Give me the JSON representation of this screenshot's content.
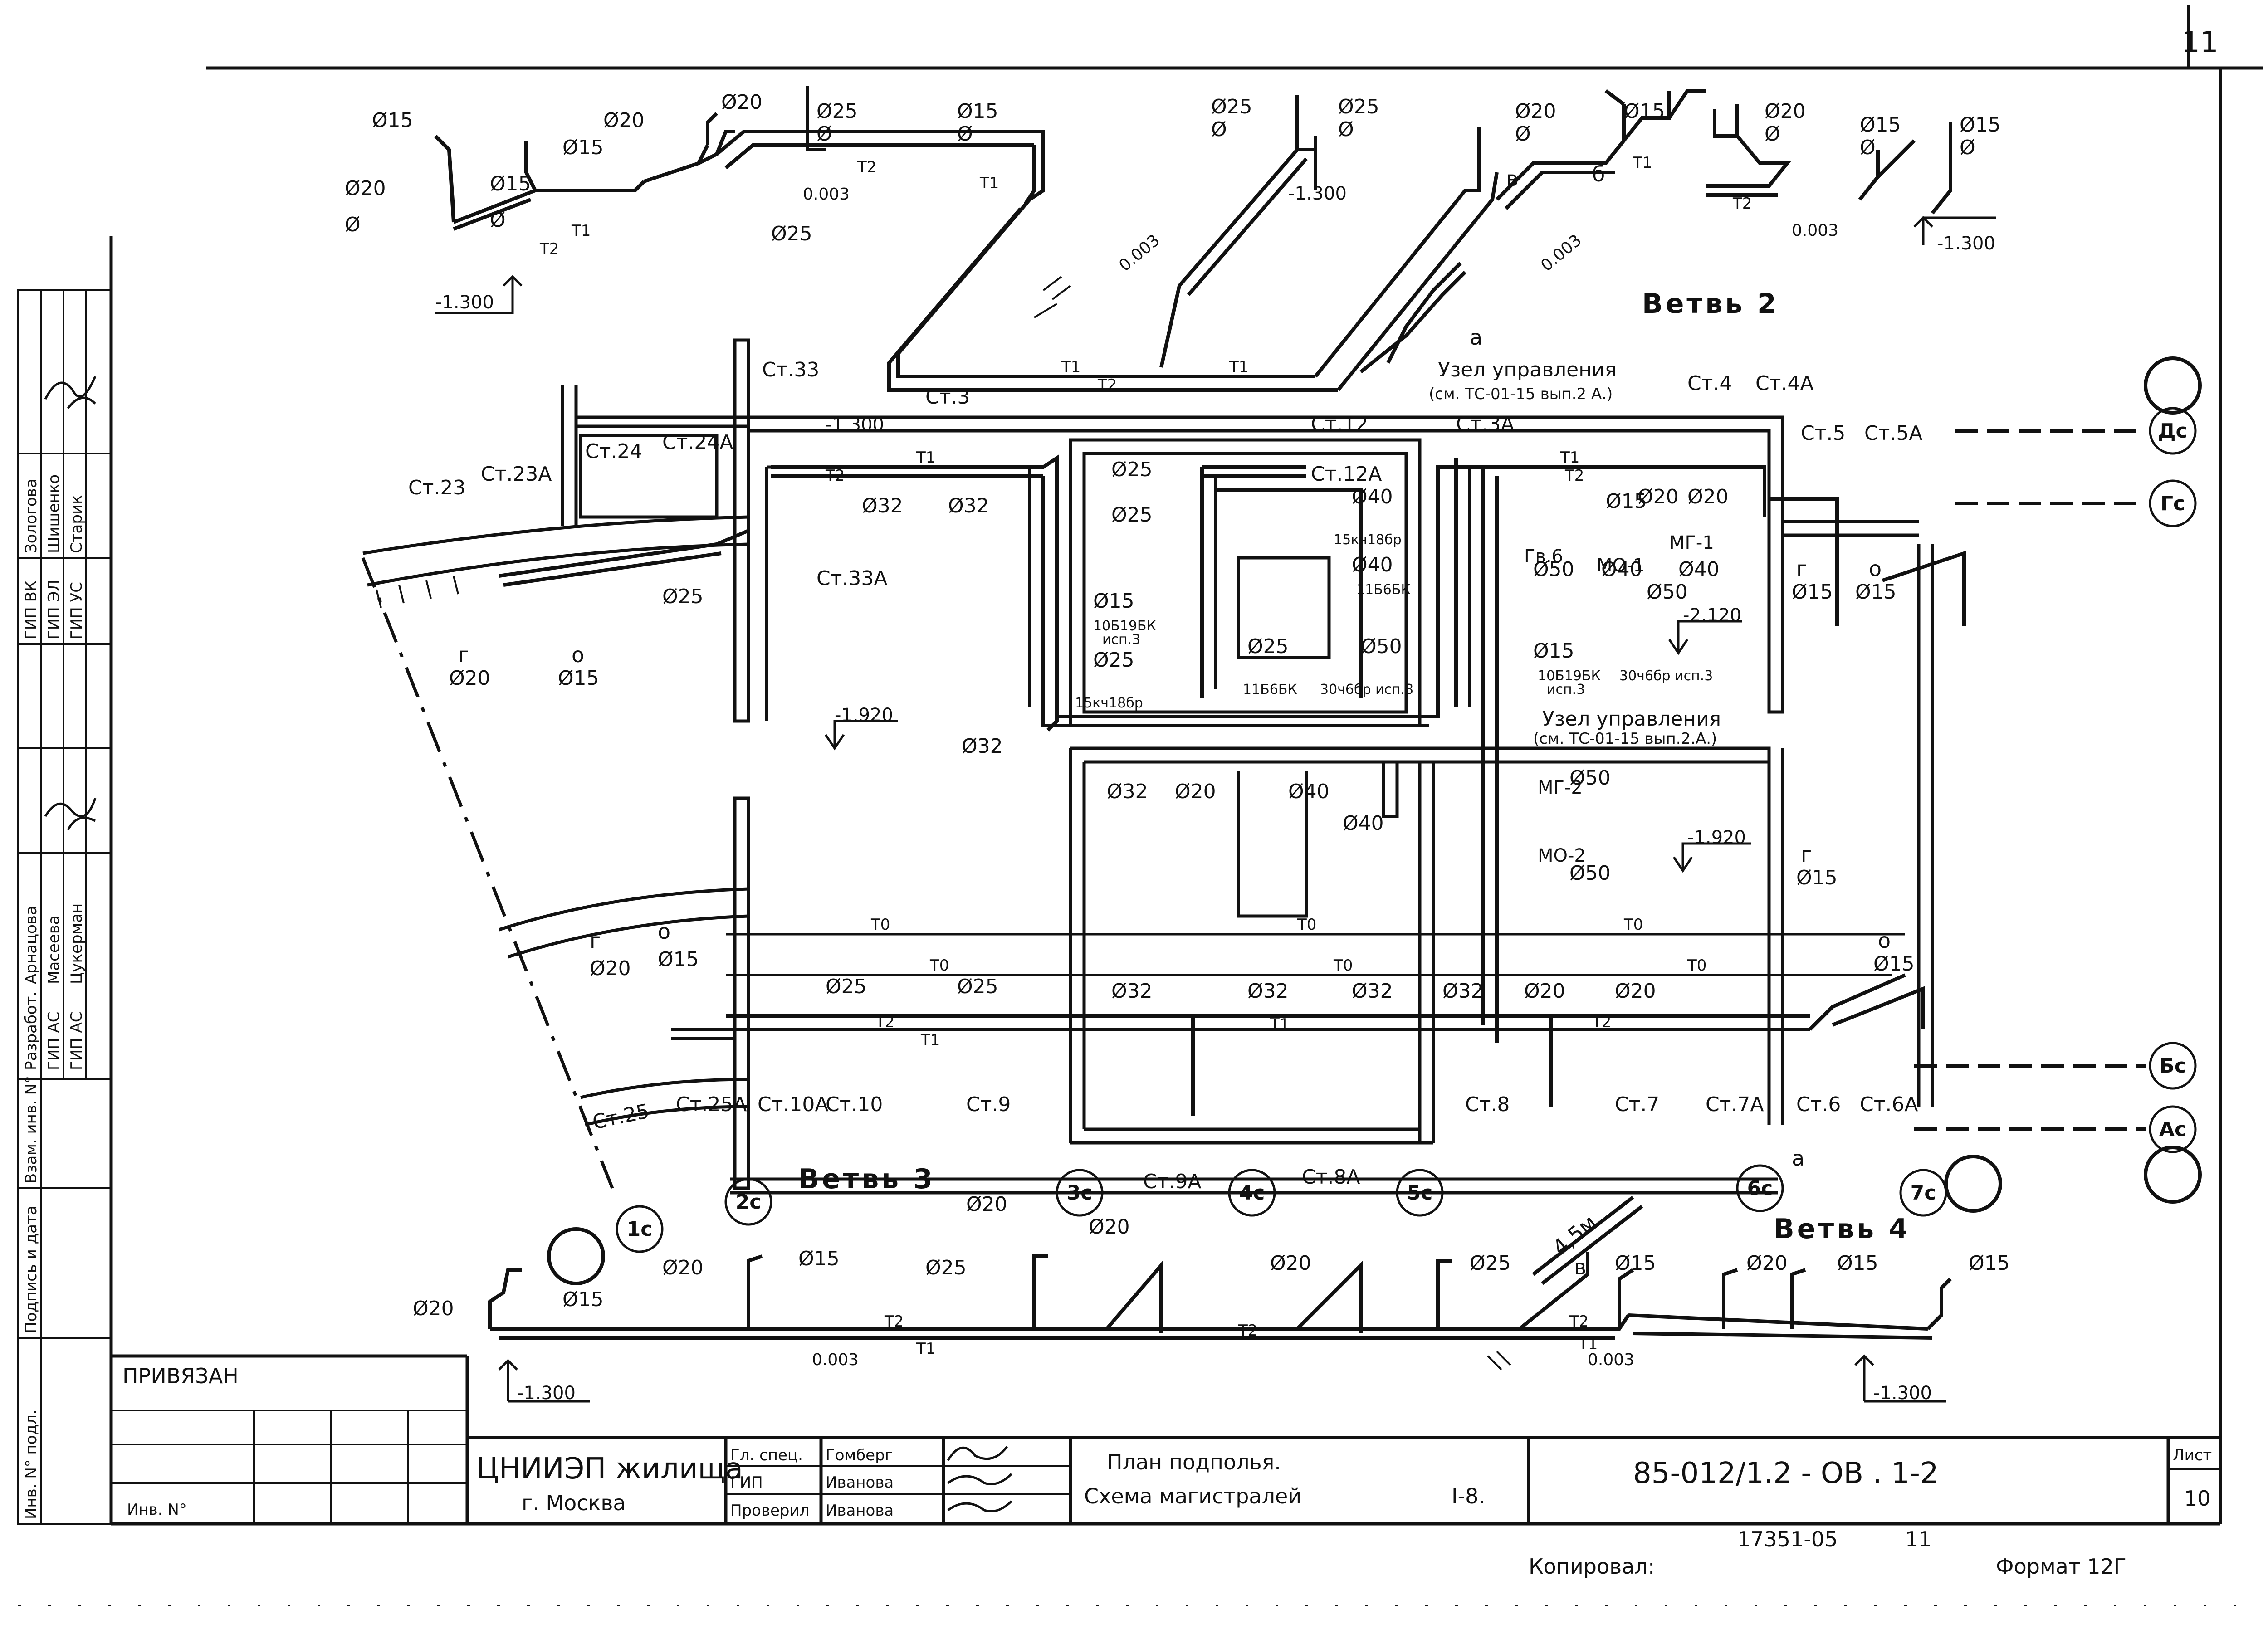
{
  "sheet_number": "11",
  "branches": {
    "branch2": "Ветвь 2",
    "branch3": "Ветвь 3",
    "branch4": "Ветвь 4"
  },
  "control_nodes": [
    {
      "line1": "Узел управления",
      "line2": "(см. ТС-01-15 вып.2 А.)"
    },
    {
      "line1": "Узел управления",
      "line2": "(см. ТС-01-15 вып.2.А.)"
    }
  ],
  "risers": [
    "Ст.33",
    "Ст.3",
    "Ст.12",
    "Ст.12А",
    "Ст.3А",
    "Ст.4",
    "Ст.4А",
    "Ст.5",
    "Ст.5А",
    "Ст.24",
    "Ст.24А",
    "Ст.23",
    "Ст.23А",
    "Ст.33А",
    "Ст.25",
    "Ст.25А",
    "Ст.10А",
    "Ст.10",
    "Ст.9",
    "Ст.9А",
    "Ст.8А",
    "Ст.8",
    "Ст.7",
    "Ст.7А",
    "Ст.6",
    "Ст.6А"
  ],
  "axes": {
    "letters": [
      "Дс",
      "Гс",
      "Бс",
      "Ас"
    ],
    "numbers": [
      "1с",
      "2с",
      "3с",
      "4с",
      "5с",
      "6с",
      "7с"
    ]
  },
  "elevations": {
    "e1": "-1.300",
    "e2": "-1.300",
    "e3": "-1.300",
    "e4": "-1.300",
    "e5": "-1.920",
    "e6": "-1.920",
    "e7": "-2.120",
    "e8": "-1.300",
    "e9": "-1.300"
  },
  "slopes": {
    "s1": "0.003",
    "s2": "0.003",
    "s3": "0.003",
    "s4": "0.003",
    "s5": "0.003",
    "s6": "0.003"
  },
  "pipe_codes": {
    "t1": "Т1",
    "t2": "Т2",
    "t0": "Т0"
  },
  "diameters": {
    "d15": "Ø15",
    "d20": "Ø20",
    "d25": "Ø25",
    "d32": "Ø32",
    "d40": "Ø40",
    "d50": "Ø50",
    "dsym": "Ø"
  },
  "valves": {
    "v1": "10Б19БК",
    "v1b": "исп.3",
    "v2": "15кч18бр",
    "v3": "11Б6БК",
    "v4": "30ч6бр исп.3",
    "v5": "15кч18бр",
    "v6": "11Б6БК",
    "v7": "30ч6бр исп.3",
    "v8": "10Б19БК",
    "v8b": "исп.3"
  },
  "equipment": {
    "g6": "Гв.6",
    "mo1": "МО-1",
    "mg1": "МГ-1",
    "mg2": "МГ-2",
    "mo2": "МО-2"
  },
  "markers": {
    "a": "а",
    "b": "б",
    "v": "в",
    "g": "г",
    "o": "о",
    "len": "4,5м"
  },
  "title_block": {
    "bound_label": "ПРИВЯЗАН",
    "inv_label": "Инв. N°",
    "org_line1": "ЦНИИЭП жилища",
    "org_line2": "г. Москва",
    "sign_rows": [
      {
        "role": "Гл. спец.",
        "name": "Гомберг"
      },
      {
        "role": "ГИП",
        "name": "Иванова"
      },
      {
        "role": "Проверил",
        "name": "Иванова"
      }
    ],
    "title_line1": "План подполья.",
    "title_line2": "Схема магистралей",
    "sheet_code": "I-8.",
    "doc_code": "85-012/1.2 - ОВ . 1-2",
    "sheet_label": "Лист",
    "sheet_value": "10",
    "copied_label": "Копировал:",
    "copy_number": "17351-05",
    "copy_suffix": "11",
    "format": "Формат 12Г"
  },
  "side_stamp": {
    "cols": [
      [
        "Зологова",
        "Шишенко",
        "Старик"
      ],
      [
        "ГИП ВК",
        "ГИП ЭЛ",
        "ГИП УС"
      ],
      [
        "Разработ.",
        "ГИП АС",
        "ГИП АС"
      ],
      [
        "Арнацова",
        "Масеева",
        "Цукерман"
      ]
    ],
    "bottom": [
      "Инв. N° подл.",
      "Подпись и дата",
      "Взам. инв. N°"
    ]
  }
}
